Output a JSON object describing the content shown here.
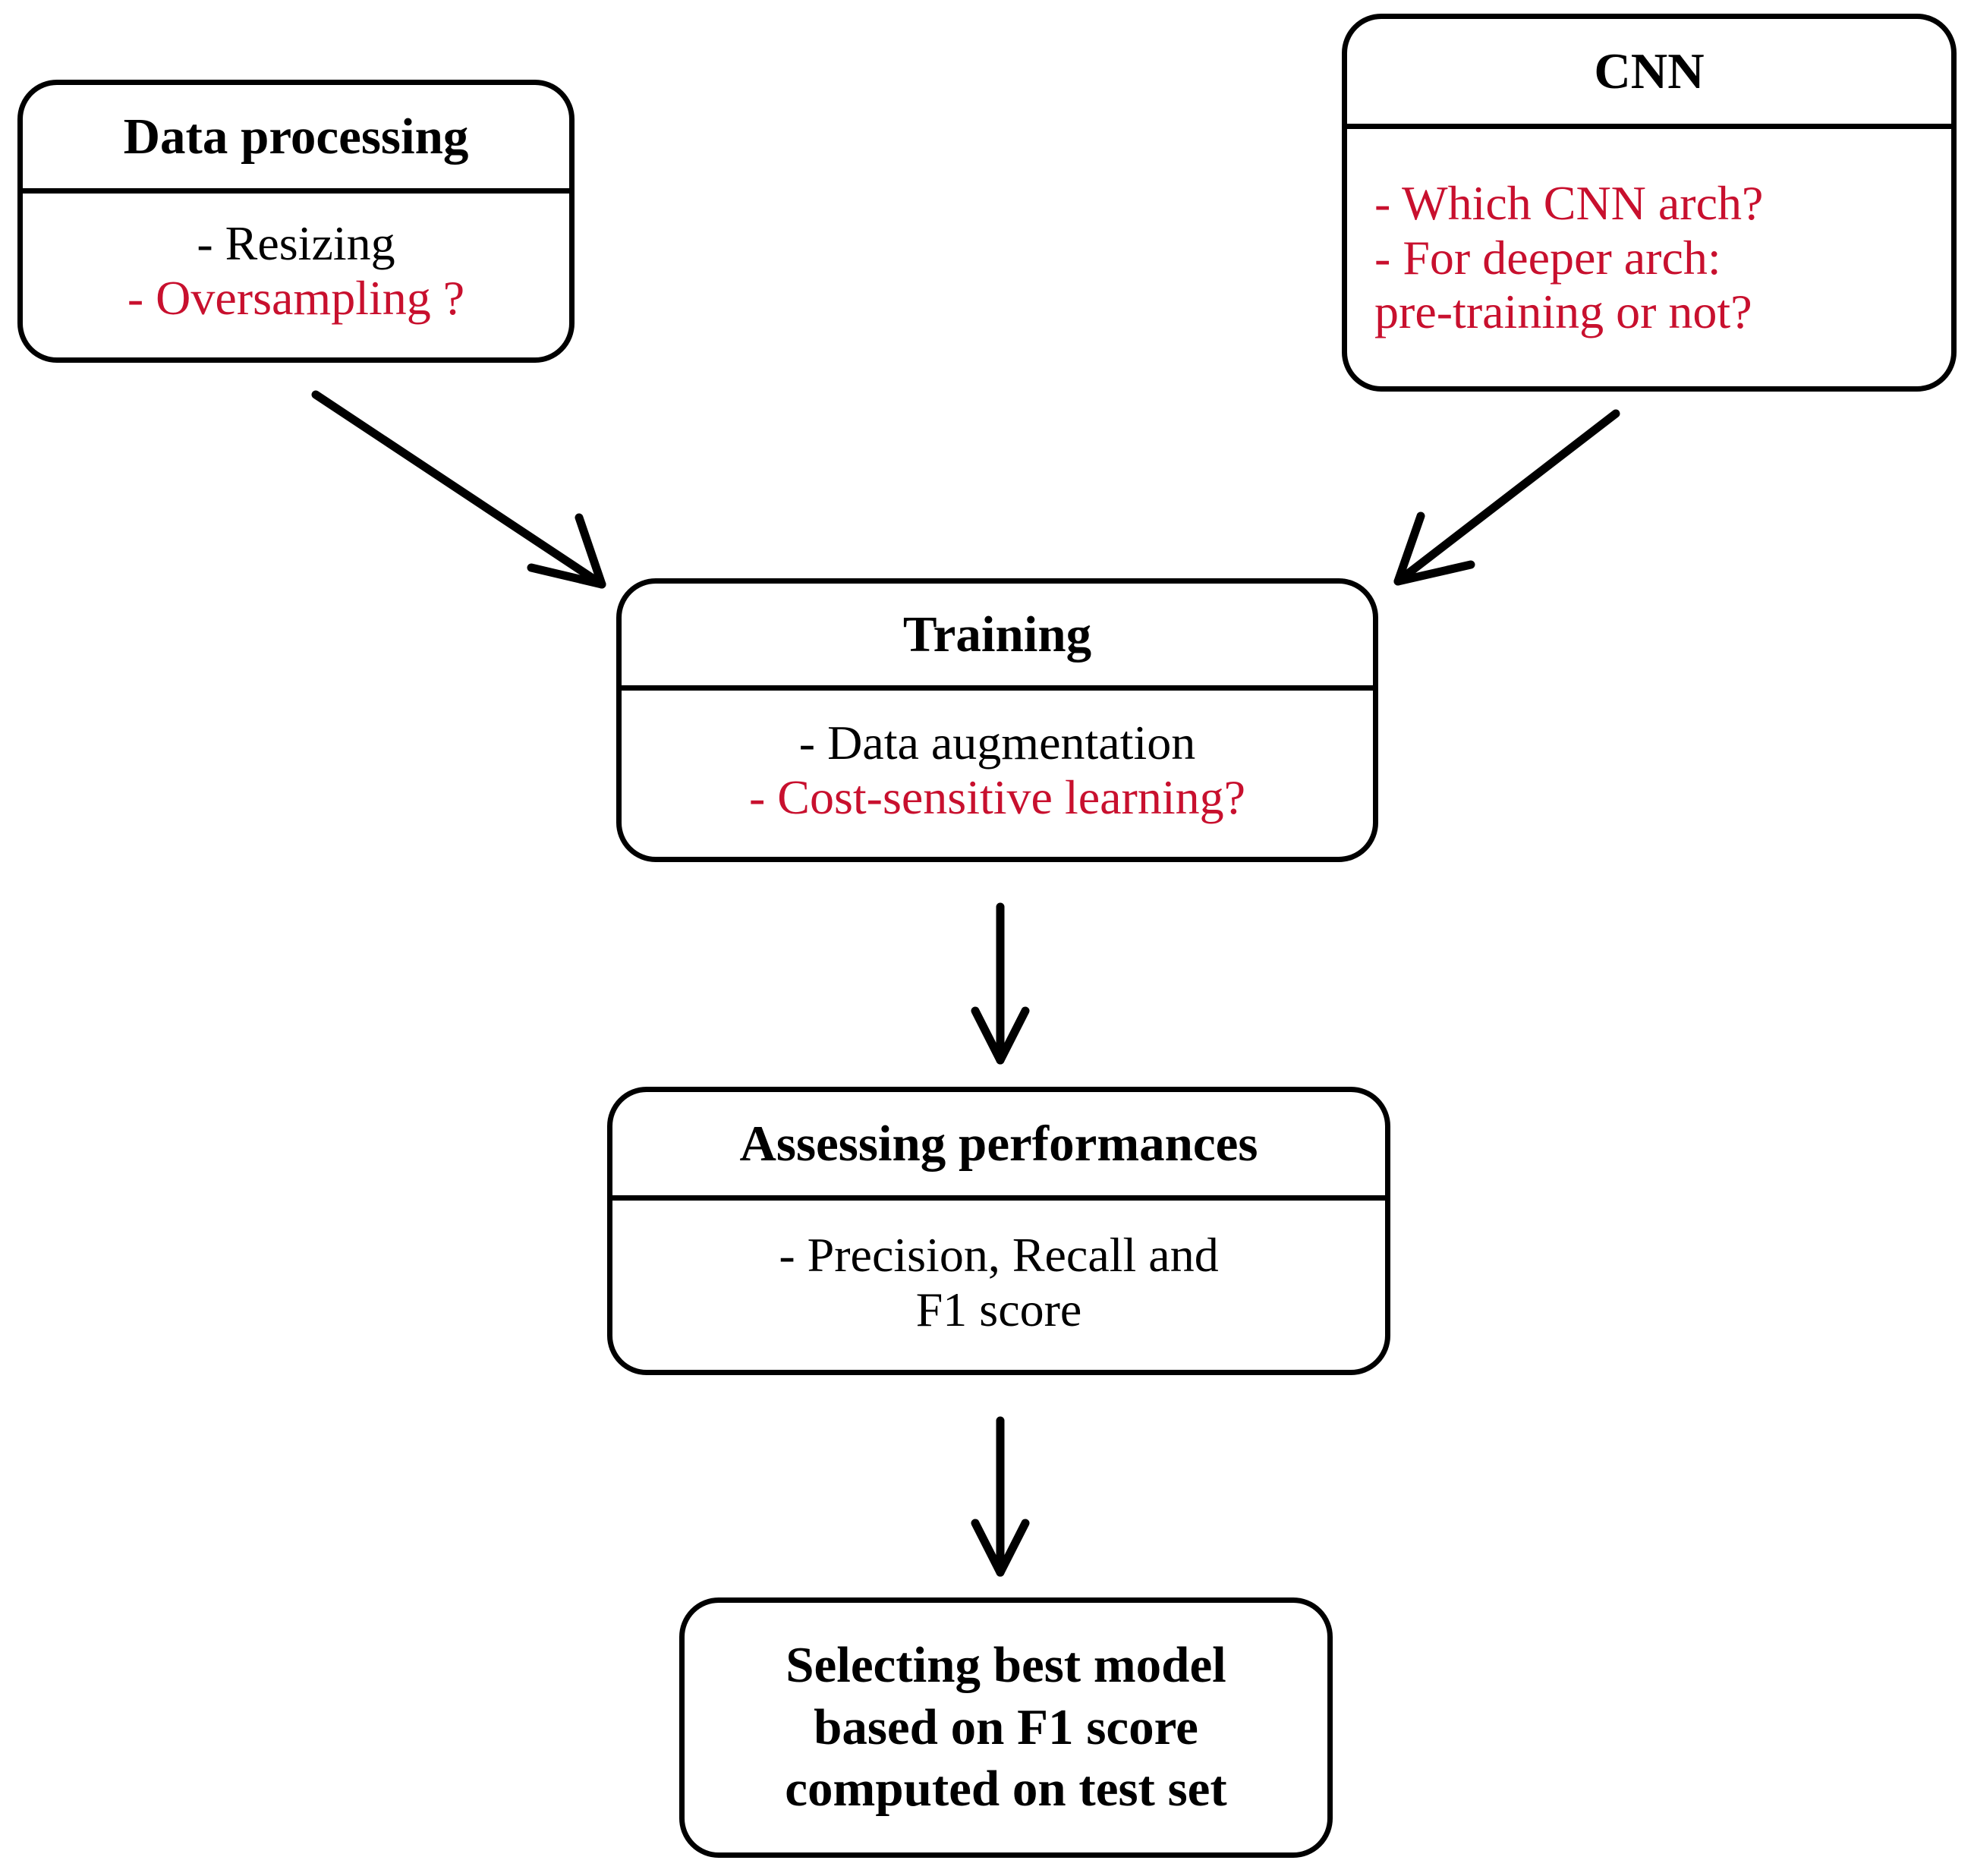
{
  "diagram": {
    "title": "CNN experimental pipeline flowchart",
    "colors": {
      "accent_red": "#c8102e",
      "text_black": "#000000",
      "background": "#ffffff"
    },
    "nodes": [
      {
        "id": "data-processing",
        "header": "Data processing",
        "body": [
          {
            "text": "- Resizing",
            "color": "black"
          },
          {
            "text": "- Oversampling ?",
            "color": "red"
          }
        ]
      },
      {
        "id": "cnn",
        "header": "CNN",
        "body": [
          {
            "text": "- Which CNN arch?",
            "color": "red"
          },
          {
            "text": "- For deeper arch:",
            "color": "red"
          },
          {
            "text": "pre-training or not?",
            "color": "red"
          }
        ]
      },
      {
        "id": "training",
        "header": "Training",
        "body": [
          {
            "text": "- Data augmentation",
            "color": "black"
          },
          {
            "text": "- Cost-sensitive learning?",
            "color": "red"
          }
        ]
      },
      {
        "id": "assessing",
        "header": "Assessing performances",
        "body": [
          {
            "text": "- Precision, Recall and",
            "color": "black"
          },
          {
            "text": "F1 score",
            "color": "black"
          }
        ]
      },
      {
        "id": "selecting",
        "header": "",
        "body": [
          {
            "text": "Selecting best model",
            "color": "black"
          },
          {
            "text": "based on F1 score",
            "color": "black"
          },
          {
            "text": "computed on test set",
            "color": "black"
          }
        ]
      }
    ],
    "edges": [
      {
        "id": "edge-data-processing-training",
        "from": "data-processing",
        "to": "training",
        "label": ""
      },
      {
        "id": "edge-cnn-training",
        "from": "cnn",
        "to": "training",
        "label": ""
      },
      {
        "id": "edge-training-assessing",
        "from": "training",
        "to": "assessing",
        "label": ""
      },
      {
        "id": "edge-assessing-selecting",
        "from": "assessing",
        "to": "selecting",
        "label": ""
      }
    ]
  }
}
